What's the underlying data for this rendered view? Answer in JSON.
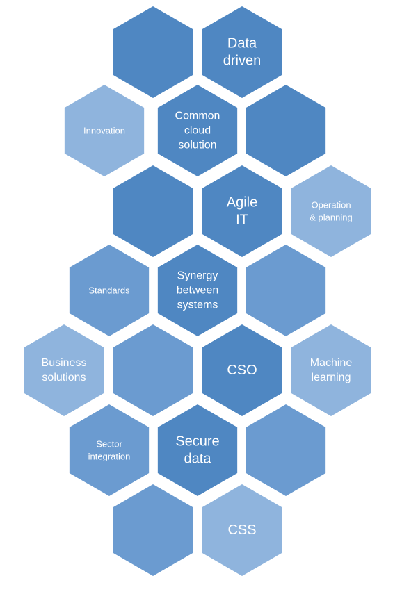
{
  "palette": {
    "dark": "#4f87c2",
    "mid": "#6b9bd0",
    "light": "#8fb4dd",
    "lighter": "#9dbde2"
  },
  "hexagons": [
    {
      "id": "hex-r1-left",
      "label": "",
      "tone": "dark"
    },
    {
      "id": "hex-r1-right",
      "label": "Data driven",
      "lines": [
        "Data",
        "driven"
      ],
      "tone": "dark",
      "size": "large"
    },
    {
      "id": "hex-r2-left",
      "label": "Innovation",
      "lines": [
        "Innovation"
      ],
      "tone": "light",
      "size": "small"
    },
    {
      "id": "hex-r2-mid",
      "label": "Common cloud solution",
      "lines": [
        "Common",
        "cloud",
        "solution"
      ],
      "tone": "dark",
      "size": "medium"
    },
    {
      "id": "hex-r2-right",
      "label": "",
      "tone": "dark"
    },
    {
      "id": "hex-r3-left",
      "label": "",
      "tone": "dark"
    },
    {
      "id": "hex-r3-mid",
      "label": "Agile IT",
      "lines": [
        "Agile",
        "IT"
      ],
      "tone": "dark",
      "size": "large"
    },
    {
      "id": "hex-r3-right",
      "label": "Operation & planning",
      "lines": [
        "Operation",
        "& planning"
      ],
      "tone": "light",
      "size": "small"
    },
    {
      "id": "hex-r4-left",
      "label": "Standards",
      "lines": [
        "Standards"
      ],
      "tone": "mid",
      "size": "small"
    },
    {
      "id": "hex-r4-mid",
      "label": "Synergy between systems",
      "lines": [
        "Synergy",
        "between",
        "systems"
      ],
      "tone": "dark",
      "size": "medium"
    },
    {
      "id": "hex-r4-right",
      "label": "",
      "tone": "mid"
    },
    {
      "id": "hex-r5-far",
      "label": "Business solutions",
      "lines": [
        "Business",
        "solutions"
      ],
      "tone": "light",
      "size": "medium"
    },
    {
      "id": "hex-r5-left",
      "label": "",
      "tone": "mid"
    },
    {
      "id": "hex-r5-mid",
      "label": "CSO",
      "lines": [
        "CSO"
      ],
      "tone": "dark",
      "size": "large"
    },
    {
      "id": "hex-r5-right",
      "label": "Machine learning",
      "lines": [
        "Machine",
        "learning"
      ],
      "tone": "light",
      "size": "medium"
    },
    {
      "id": "hex-r6-left",
      "label": "Sector integration",
      "lines": [
        "Sector",
        "integration"
      ],
      "tone": "mid",
      "size": "small"
    },
    {
      "id": "hex-r6-mid",
      "label": "Secure data",
      "lines": [
        "Secure",
        "data"
      ],
      "tone": "dark",
      "size": "large"
    },
    {
      "id": "hex-r6-right",
      "label": "",
      "tone": "mid"
    },
    {
      "id": "hex-r7-left",
      "label": "",
      "tone": "mid"
    },
    {
      "id": "hex-r7-right",
      "label": "CSS",
      "lines": [
        "CSS"
      ],
      "tone": "light",
      "size": "large"
    }
  ]
}
